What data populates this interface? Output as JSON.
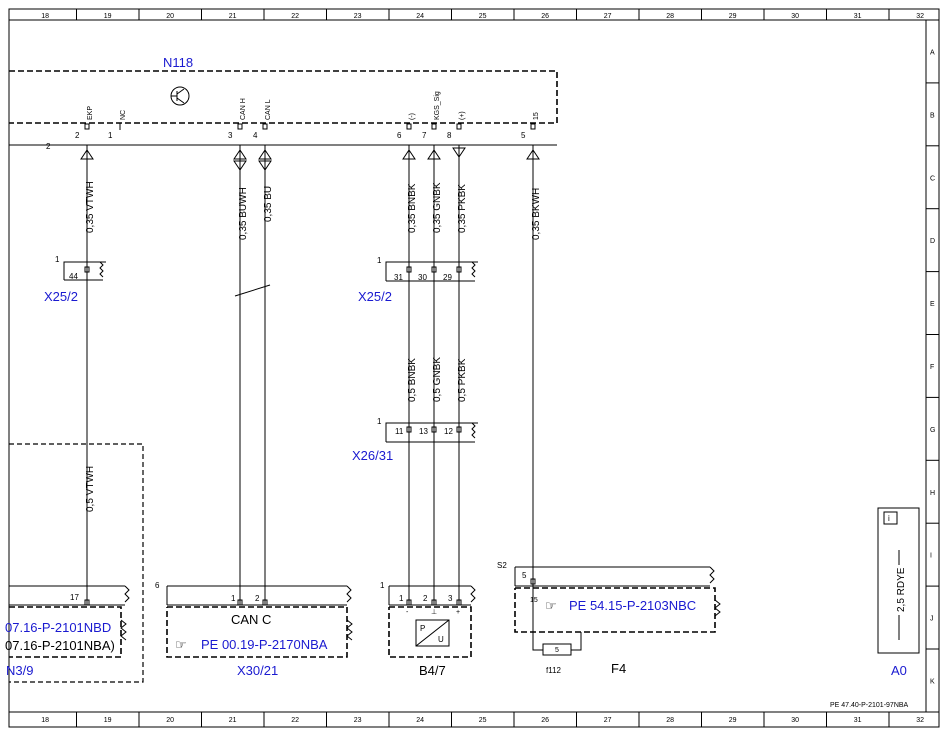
{
  "frame": {
    "columns": [
      "18",
      "19",
      "20",
      "21",
      "22",
      "23",
      "24",
      "25",
      "26",
      "27",
      "28",
      "29",
      "30",
      "31",
      "32"
    ],
    "rows": [
      "A",
      "B",
      "C",
      "D",
      "E",
      "F",
      "G",
      "H",
      "I",
      "J",
      "K"
    ],
    "doc_code": "PE 47.40-P-2101-97NBA"
  },
  "module": {
    "name": "N118",
    "connector_number": "2",
    "pins": [
      {
        "num": "2",
        "sig": "EKP"
      },
      {
        "num": "1",
        "sig": "NC"
      },
      {
        "num": "3",
        "sig": "CAN H"
      },
      {
        "num": "4",
        "sig": "CAN L"
      },
      {
        "num": "6",
        "sig": "(-)"
      },
      {
        "num": "7",
        "sig": "KGS_Sig"
      },
      {
        "num": "8",
        "sig": "(+)"
      },
      {
        "num": "5",
        "sig": "15"
      }
    ]
  },
  "wires_upper": [
    "0,35 VTWH",
    "0,35 BUWH",
    "0,35 BU",
    "0,35 BNBK",
    "0,35 GNBK",
    "0,35 PKBK",
    "0,35 BKWH"
  ],
  "wires_mid": [
    "0,5 BNBK",
    "0,5 GNBK",
    "0,5 PKBK"
  ],
  "wire_lower_left": "0,5 VTWH",
  "connectors": {
    "x25_2_left": {
      "name": "X25/2",
      "num": "1",
      "pins": [
        "44"
      ]
    },
    "x25_2_right": {
      "name": "X25/2",
      "num": "1",
      "pins": [
        "31",
        "30",
        "29"
      ]
    },
    "x26_31": {
      "name": "X26/31",
      "num": "1",
      "pins": [
        "11",
        "13",
        "12"
      ]
    }
  },
  "n3_9": {
    "name": "N3/9",
    "pin": "17",
    "ref1": "07.16-P-2101NBD",
    "ref2": "07.16-P-2101NBA)"
  },
  "x30_21": {
    "name": "X30/21",
    "num": "6",
    "pins": [
      "1",
      "2"
    ],
    "title": "CAN C",
    "ref": "PE 00.19-P-2170NBA"
  },
  "b4_7": {
    "name": "B4/7",
    "num": "1",
    "pins": [
      "1",
      "2",
      "3"
    ],
    "pin_signs": [
      "-",
      "⊥",
      "+"
    ],
    "sym_top": "P",
    "sym_bot": "U"
  },
  "f4": {
    "name": "F4",
    "s2": "S2",
    "pin_top": "5",
    "pin_in": "15",
    "ref": "PE 54.15-P-2103NBC",
    "fuse": "5",
    "fuse_label": "f112"
  },
  "a0": {
    "name": "A0",
    "wire": "2,5 RDYE",
    "info": "i"
  }
}
